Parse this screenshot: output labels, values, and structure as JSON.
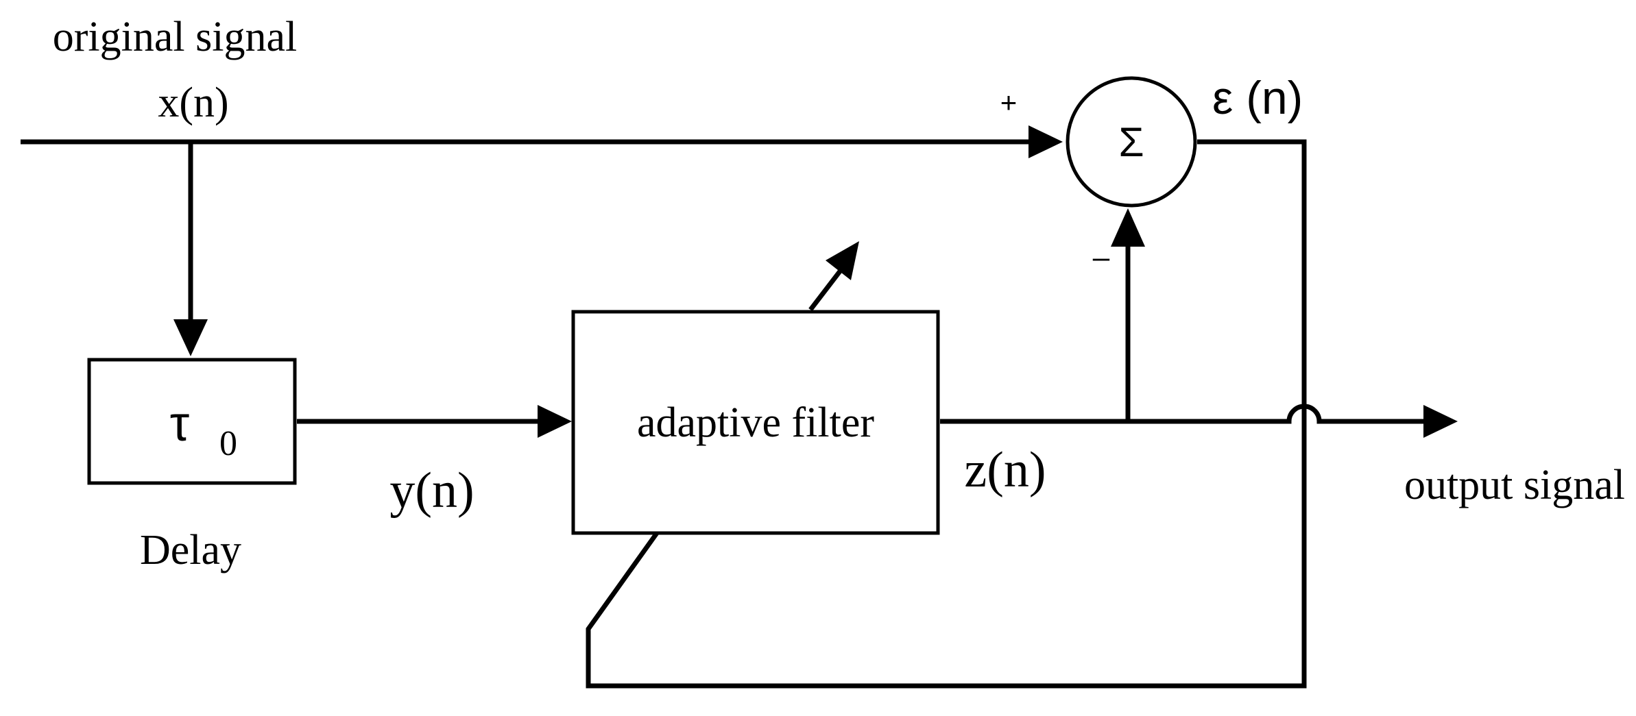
{
  "labels": {
    "input_title": "original signal",
    "input_signal": "x(n)",
    "delay_symbol": "τ",
    "delay_subscript": "0",
    "delay_caption": "Delay",
    "delayed_signal": "y(n)",
    "filter_label": "adaptive filter",
    "filter_output": "z(n)",
    "sum_symbol": "Σ",
    "plus_sign": "+",
    "minus_sign": "–",
    "error_signal": "ε (n)",
    "output_title": "output signal"
  }
}
